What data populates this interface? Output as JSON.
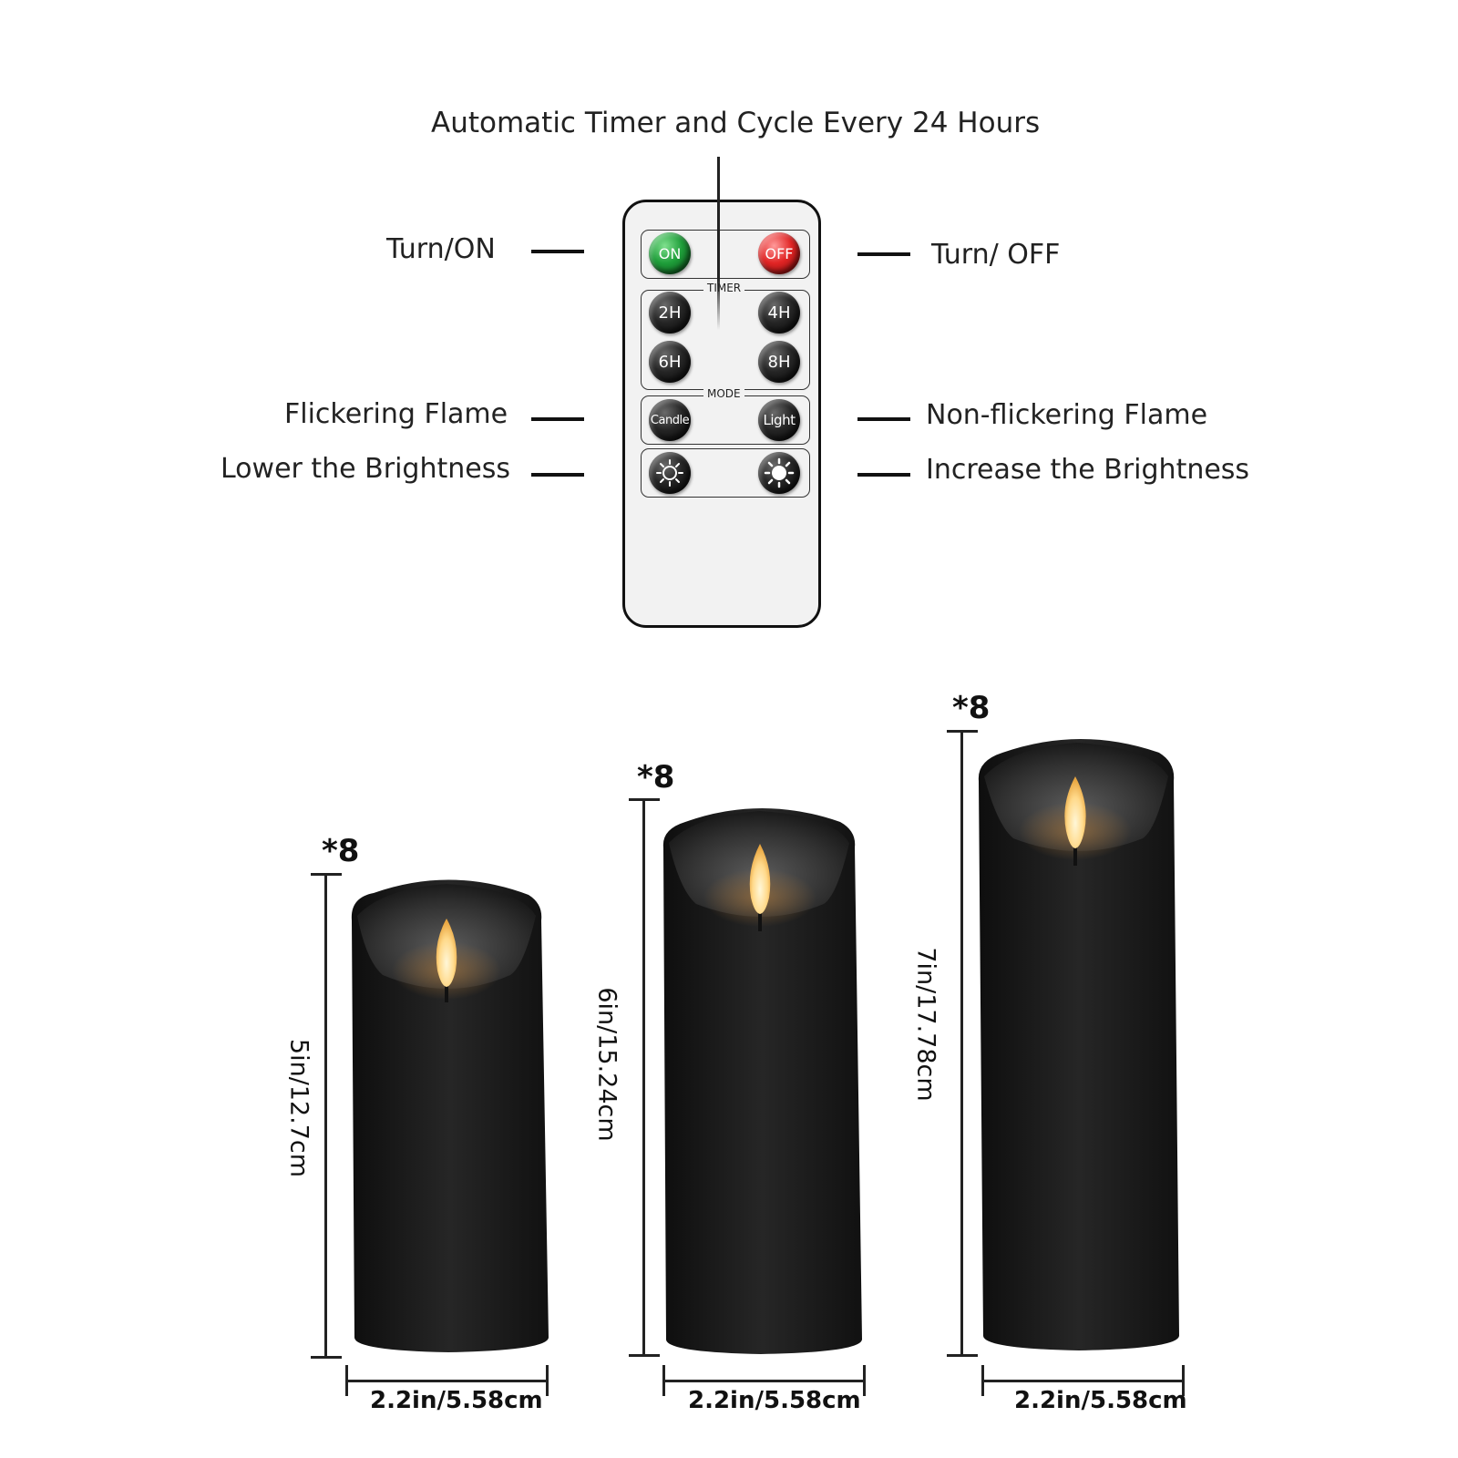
{
  "header": {
    "title": "Automatic Timer and Cycle Every 24 Hours"
  },
  "callouts": {
    "turn_on": "Turn/ON",
    "turn_off": "Turn/ OFF",
    "flicker": "Flickering Flame",
    "non_flicker": "Non-flickering Flame",
    "lower": "Lower the Brightness",
    "increase": "Increase the Brightness"
  },
  "remote": {
    "on": "ON",
    "off": "OFF",
    "timer_title": "TIMER",
    "mode_title": "MODE",
    "timers": [
      "2H",
      "4H",
      "6H",
      "8H"
    ],
    "candle": "Candle",
    "light": "Light",
    "colors": {
      "on": "#1f9e3a",
      "off": "#e12525",
      "body": "#f2f2f2"
    }
  },
  "candles": [
    {
      "qty": "*8",
      "height": "5in/12.7cm",
      "width": "2.2in/5.58cm"
    },
    {
      "qty": "*8",
      "height": "6in/15.24cm",
      "width": "2.2in/5.58cm"
    },
    {
      "qty": "*8",
      "height": "7in/17.78cm",
      "width": "2.2in/5.58cm"
    }
  ]
}
